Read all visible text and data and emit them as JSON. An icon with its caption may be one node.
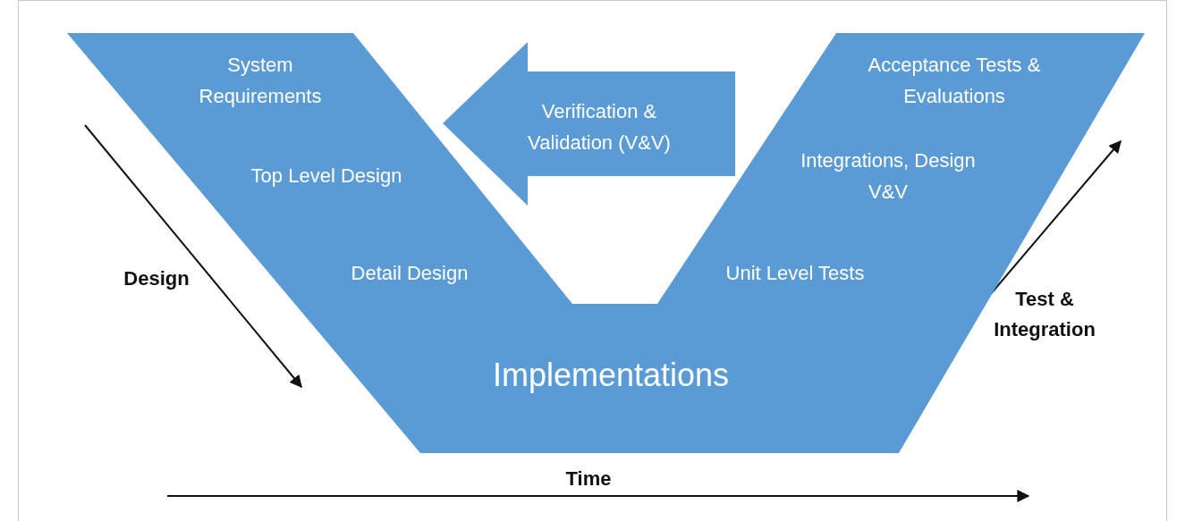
{
  "diagram": {
    "nodes": [
      {
        "text": [
          "System Requirements",
          "Top Level Design",
          "Detail Design",
          "Implementations",
          "Acceptance Tests & Evaluations",
          "Integrations, Design V&V",
          "Unit Level Tests"
        ]
      },
      {
        "text": [
          "Verification & Validation (V&V)"
        ]
      }
    ],
    "labels": [
      "Design",
      "Test & Integration",
      "Time"
    ]
  }
}
